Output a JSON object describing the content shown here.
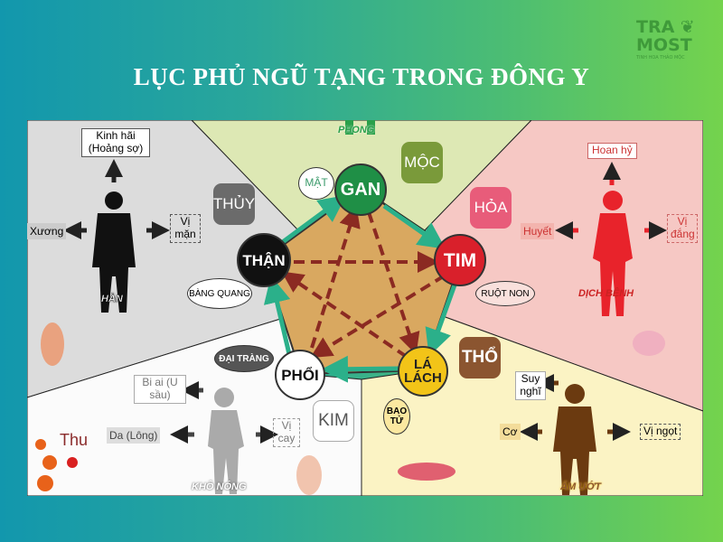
{
  "title": "LỤC PHỦ NGŨ TẠNG TRONG ĐÔNG Y",
  "logo": {
    "line1": "TRA",
    "line2": "MOST",
    "tagline": "TINH HOA THẢO MỘC"
  },
  "organs": {
    "gan": "GAN",
    "tim": "TIM",
    "la_lach": "LÁ LÁCH",
    "phoi": "PHỔI",
    "than": "THẬN"
  },
  "bowels": {
    "mat": "MẬT",
    "ruot_non": "RUỘT NON",
    "bao_tu": "BAO TỬ",
    "dai_trang": "ĐẠI TRÀNG",
    "bang_quang": "BÀNG QUANG"
  },
  "elements": {
    "moc": "MỘC",
    "hoa": "HỎA",
    "tho": "THỔ",
    "kim": "KIM",
    "thuy": "THỦY"
  },
  "water": {
    "emotion": "Kinh hãi (Hoảng sợ)",
    "body": "Xương",
    "taste": "Vị mặn",
    "climate": "HÀN"
  },
  "fire": {
    "emotion": "Hoan hỷ",
    "body": "Huyết",
    "taste": "Vị đắng",
    "climate": "DỊCH BỆNH"
  },
  "earth": {
    "emotion": "Suy nghĩ",
    "body": "Cơ",
    "taste": "Vị ngọt",
    "climate": "ẨM ƯỚT"
  },
  "metal": {
    "emotion": "Bi ai (U sầu)",
    "body": "Da (Lông)",
    "taste": "Vị cay",
    "climate": "KHÔ NÓNG",
    "season": "Thu"
  },
  "wood": {
    "climate": "PHONG"
  },
  "colors": {
    "gan": "#1f8f46",
    "tim": "#d9202b",
    "la_lach": "#f2c418",
    "phoi": "#ffffff",
    "than": "#111111"
  }
}
